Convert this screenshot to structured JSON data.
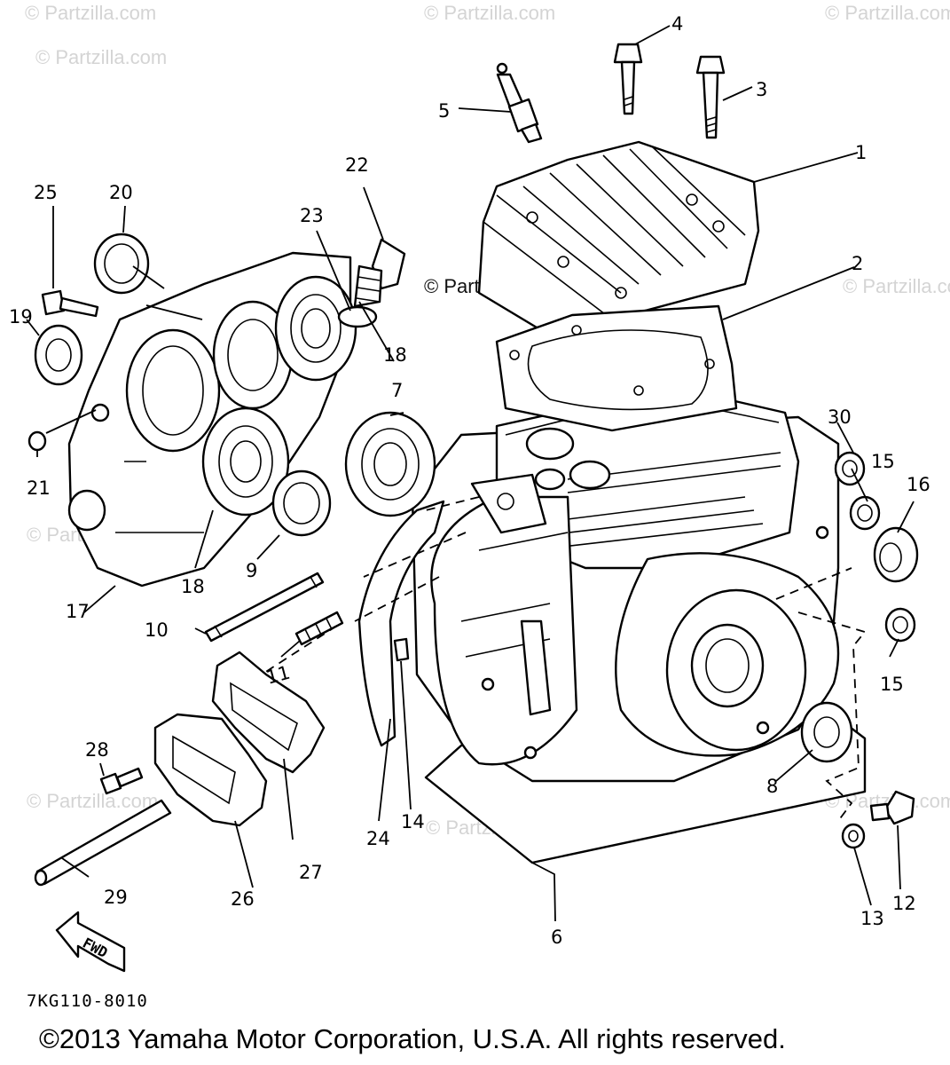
{
  "diagram": {
    "diagram_code": "7KG110-8010",
    "copyright": "©2013 Yamaha Motor Corporation, U.S.A. All rights reserved.",
    "watermark_main": "© Partzilla.com",
    "watermark_text": "© Partzilla.com",
    "fwd_label": "FWD"
  },
  "callouts": {
    "n1": "1",
    "n2": "2",
    "n3": "3",
    "n4": "4",
    "n5": "5",
    "n6": "6",
    "n7": "7",
    "n8": "8",
    "n9": "9",
    "n10": "10",
    "n11": "11",
    "n12": "12",
    "n13": "13",
    "n14": "14",
    "n15a": "15",
    "n15b": "15",
    "n16": "16",
    "n17": "17",
    "n18a": "18",
    "n18b": "18",
    "n19": "19",
    "n20": "20",
    "n21": "21",
    "n22": "22",
    "n23": "23",
    "n24": "24",
    "n25": "25",
    "n26": "26",
    "n27": "27",
    "n28": "28",
    "n29": "29",
    "n30": "30"
  }
}
